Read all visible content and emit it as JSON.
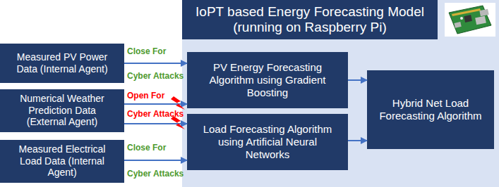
{
  "diagram": {
    "nodes": [
      {
        "text": [
          "IoPT based Energy Forecasting Model (running on Raspberry Pi)"
        ]
      },
      {
        "text": [
          "Measured PV Power Data (Internal Agent)"
        ]
      },
      {
        "text": [
          "Numerical Weather Prediction Data (External Agent)"
        ]
      },
      {
        "text": [
          "Measured Electrical Load Data (Internal Agent)"
        ]
      },
      {
        "text": [
          "PV Energy Forecasting Algorithm using Gradient Boosting"
        ],
        "in": 0
      },
      {
        "text": [
          "Load Forecasting Algorithm using Artificial Neural Networks"
        ],
        "in": 0
      },
      {
        "text": [
          "Hybrid Net Load Forecasting Algorithm"
        ],
        "in": 0
      }
    ],
    "edges": [
      {
        "from": 1,
        "to": 4,
        "arrow": "to"
      },
      {
        "from": 2,
        "to": 4,
        "arrow": "to"
      },
      {
        "from": 2,
        "to": 5,
        "arrow": "to"
      },
      {
        "from": 3,
        "to": 5,
        "arrow": "to"
      },
      {
        "from": 4,
        "to": 6,
        "arrow": "to"
      },
      {
        "from": 5,
        "to": 6,
        "arrow": "to"
      }
    ],
    "labels": [
      "Close For",
      "Cyber Attacks",
      "Open For",
      "Cyber Attacks",
      "Close For",
      "Cyber Attacks"
    ]
  }
}
